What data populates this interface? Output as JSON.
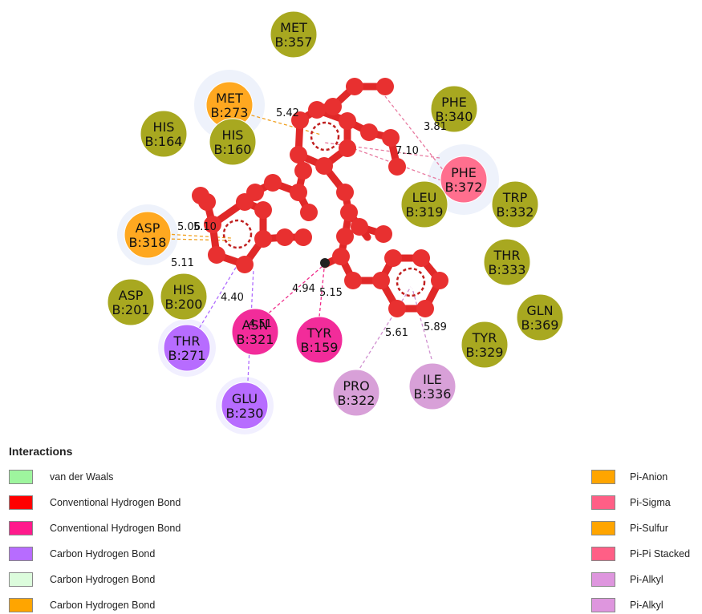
{
  "colors": {
    "vdw": "#9ef59e",
    "conv_hbond": "#ff0000",
    "conv_hbond2": "#ff1a8c",
    "carbon_hbond": "#b76cff",
    "carbon_hbond_light": "#dcfcdc",
    "pi_anion": "#ffa500",
    "pi_sigma": "#ff5f86",
    "pi_alkyl": "#de96de",
    "residue_olive": "#a8a820",
    "ligand": "#e83030"
  },
  "residues": [
    {
      "id": "met357",
      "label": "MET",
      "number": "B:357",
      "color": "#a8a820"
    },
    {
      "id": "met273",
      "label": "MET",
      "number": "B:273",
      "color": "#ffa820"
    },
    {
      "id": "his164",
      "label": "HIS",
      "number": "B:164",
      "color": "#a8a820"
    },
    {
      "id": "his160",
      "label": "HIS",
      "number": "B:160",
      "color": "#a8a820"
    },
    {
      "id": "phe340",
      "label": "PHE",
      "number": "B:340",
      "color": "#a8a820"
    },
    {
      "id": "phe372",
      "label": "PHE",
      "number": "B:372",
      "color": "#ff6f8e"
    },
    {
      "id": "leu319",
      "label": "LEU",
      "number": "B:319",
      "color": "#a8a820"
    },
    {
      "id": "trp332",
      "label": "TRP",
      "number": "B:332",
      "color": "#a8a820"
    },
    {
      "id": "asp318",
      "label": "ASP",
      "number": "B:318",
      "color": "#ffa820"
    },
    {
      "id": "thr333",
      "label": "THR",
      "number": "B:333",
      "color": "#a8a820"
    },
    {
      "id": "asp201",
      "label": "ASP",
      "number": "B:201",
      "color": "#a8a820"
    },
    {
      "id": "his200",
      "label": "HIS",
      "number": "B:200",
      "color": "#a8a820"
    },
    {
      "id": "gln369",
      "label": "GLN",
      "number": "B:369",
      "color": "#a8a820"
    },
    {
      "id": "thr271",
      "label": "THR",
      "number": "B:271",
      "color": "#b76cff"
    },
    {
      "id": "asn321",
      "label": "ASN",
      "number": "B:321",
      "color": "#f22c9a"
    },
    {
      "id": "tyr159",
      "label": "TYR",
      "number": "B:159",
      "color": "#f22c9a"
    },
    {
      "id": "tyr329",
      "label": "TYR",
      "number": "B:329",
      "color": "#a8a820"
    },
    {
      "id": "glu230",
      "label": "GLU",
      "number": "B:230",
      "color": "#b76cff"
    },
    {
      "id": "pro322",
      "label": "PRO",
      "number": "B:322",
      "color": "#d8a0d8"
    },
    {
      "id": "ile336",
      "label": "ILE",
      "number": "B:336",
      "color": "#d8a0d8"
    }
  ],
  "distances": {
    "met273": "5.42",
    "phe340": "3.81",
    "phe372": "7.10",
    "asp318_a": "5.06",
    "asp318_b": "5.10",
    "his200_a": "5.11",
    "thr271": "4.40",
    "asn321_overlap": "4.51",
    "asn321": "4.94",
    "tyr159": "5.15",
    "pro322": "5.61",
    "ile336": "5.89"
  },
  "legend": {
    "title": "Interactions",
    "left": [
      {
        "label": "van der Waals",
        "color": "#9ef59e"
      },
      {
        "label": "Conventional Hydrogen Bond",
        "color": "#ff0000"
      },
      {
        "label": "Conventional Hydrogen Bond",
        "color": "#ff1a8c"
      },
      {
        "label": "Carbon Hydrogen Bond",
        "color": "#b76cff"
      },
      {
        "label": "Carbon Hydrogen Bond",
        "color": "#dcfcdc"
      },
      {
        "label": "Carbon Hydrogen Bond",
        "color": "#ffa500"
      }
    ],
    "right": [
      {
        "label": "Pi-Anion",
        "color": "#ffa500"
      },
      {
        "label": "Pi-Sigma",
        "color": "#ff5f86"
      },
      {
        "label": "Pi-Sulfur",
        "color": "#ffa500"
      },
      {
        "label": "Pi-Pi Stacked",
        "color": "#ff5f86"
      },
      {
        "label": "Pi-Alkyl",
        "color": "#de96de"
      },
      {
        "label": "Pi-Alkyl",
        "color": "#de96de"
      }
    ]
  }
}
